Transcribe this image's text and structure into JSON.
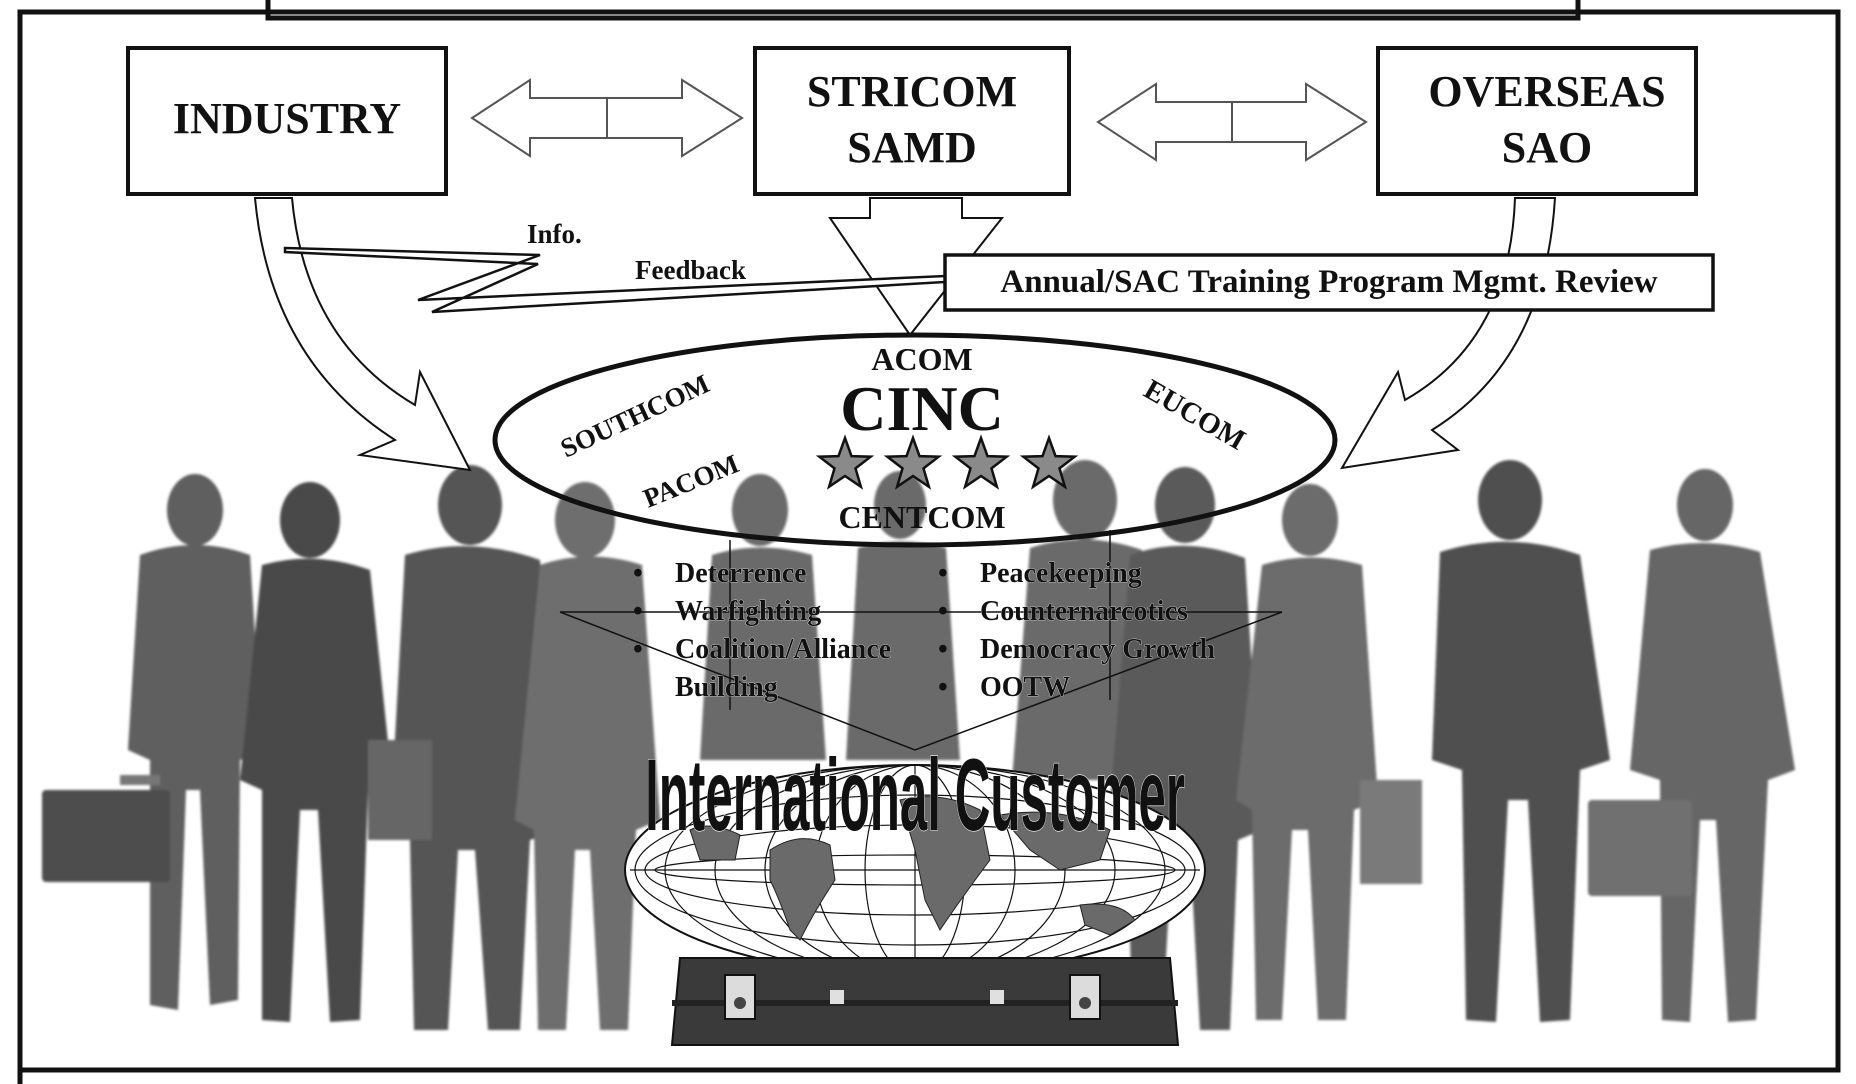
{
  "boxes": {
    "industry": "INDUSTRY",
    "stricom_line1": "STRICOM",
    "stricom_line2": "SAMD",
    "overseas_line1": "OVERSEAS",
    "overseas_line2": "SAO"
  },
  "flow_labels": {
    "info": "Info.",
    "feedback": "Feedback",
    "review": "Annual/SAC Training Program Mgmt. Review"
  },
  "cinc": {
    "title": "CINC",
    "acom": "ACOM",
    "southcom": "SOUTHCOM",
    "pacom": "PACOM",
    "eucom": "EUCOM",
    "centcom": "CENTCOM",
    "stars": 4
  },
  "missions_left": [
    "Deterrence",
    "Warfighting",
    "Coalition/Alliance",
    "Building"
  ],
  "missions_right": [
    "Peacekeeping",
    "Counternarcotics",
    "Democracy Growth",
    "OOTW"
  ],
  "customer_label": "International Customer",
  "colors": {
    "ink": "#111111",
    "silhouette": "#7a7a7a",
    "silhouette_dark": "#4a4a4a",
    "globe_land": "#6a6a6a",
    "briefcase": "#3a3a3a"
  }
}
